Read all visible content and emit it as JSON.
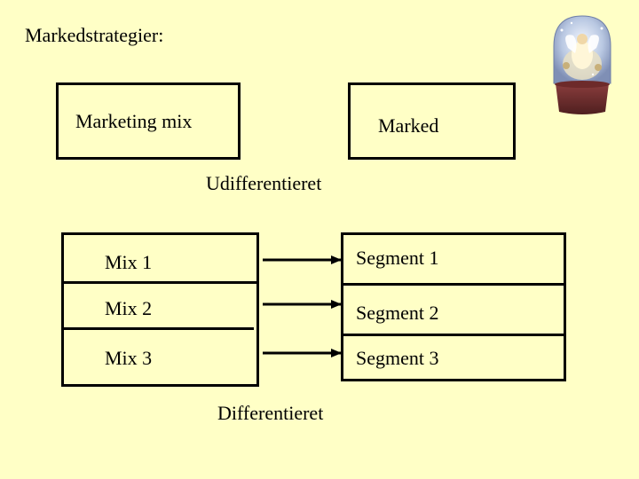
{
  "title": "Markedstrategier:",
  "top_boxes": {
    "left_label": "Marketing mix",
    "right_label": "Marked"
  },
  "undiff_label": "Udifferentieret",
  "diff_label": "Differentieret",
  "mixes": [
    "Mix 1",
    "Mix 2",
    "Mix 3"
  ],
  "segments": [
    "Segment 1",
    "Segment 2",
    "Segment 3"
  ],
  "colors": {
    "background": "#ffffc6",
    "lines": "#000000"
  },
  "decoration": "snow-globe-icon"
}
